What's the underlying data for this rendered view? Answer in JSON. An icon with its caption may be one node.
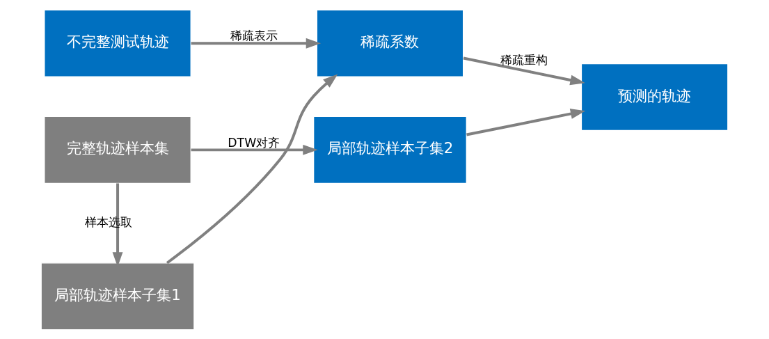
{
  "diagram": {
    "nodes": [
      {
        "text": [
          "不完整测试轨迹"
        ]
      },
      {
        "text": [
          "稀疏系数"
        ]
      },
      {
        "text": [
          "局部轨迹样本子集1"
        ]
      },
      {
        "text": [
          "局部轨迹样本子集2"
        ]
      },
      {
        "text": [
          "预测的轨迹"
        ]
      },
      {
        "text": [
          "完整轨迹样本集"
        ]
      }
    ],
    "edges": [
      {
        "from": 0,
        "to": 1,
        "arrow": "to",
        "label": "稀疏表示"
      },
      {
        "from": 2,
        "to": 1,
        "arrow": "to"
      },
      {
        "from": 1,
        "to": 4,
        "arrow": "to",
        "label": "稀疏重构"
      },
      {
        "from": 3,
        "to": 4,
        "arrow": "to"
      },
      {
        "from": 5,
        "to": 2,
        "arrow": "to",
        "label": "样本选取"
      },
      {
        "from": 5,
        "to": 3,
        "arrow": "to",
        "label": "DTW对齐"
      }
    ]
  }
}
